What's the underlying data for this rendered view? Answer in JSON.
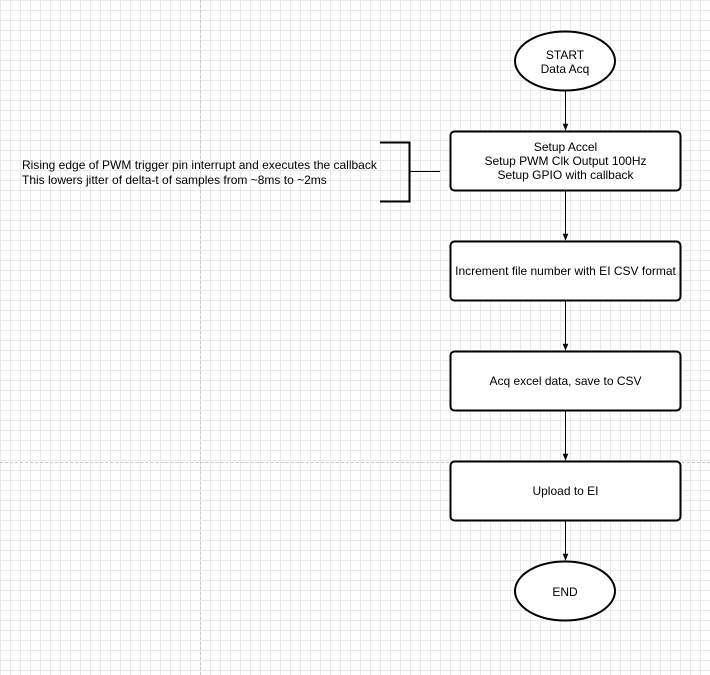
{
  "flowchart": {
    "start": {
      "line1": "START",
      "line2": "Data Acq"
    },
    "setup": {
      "line1": "Setup Accel",
      "line2": "Setup  PWM Clk Output 100Hz",
      "line3": "Setup GPIO with callback"
    },
    "increment": {
      "label": "Increment file number with EI CSV format"
    },
    "acquire": {
      "label": "Acq excel data, save to CSV"
    },
    "upload": {
      "label": "Upload to EI"
    },
    "end": {
      "label": "END"
    }
  },
  "annotation": {
    "line1": "Rising edge of PWM trigger pin interrupt and executes the callback",
    "line2": "This lowers jitter of delta-t of samples from ~8ms to ~2ms"
  },
  "colors": {
    "stroke": "#000000",
    "fill": "#ffffff",
    "grid": "#e9e9e9",
    "page_break": "#c8c8c8"
  }
}
